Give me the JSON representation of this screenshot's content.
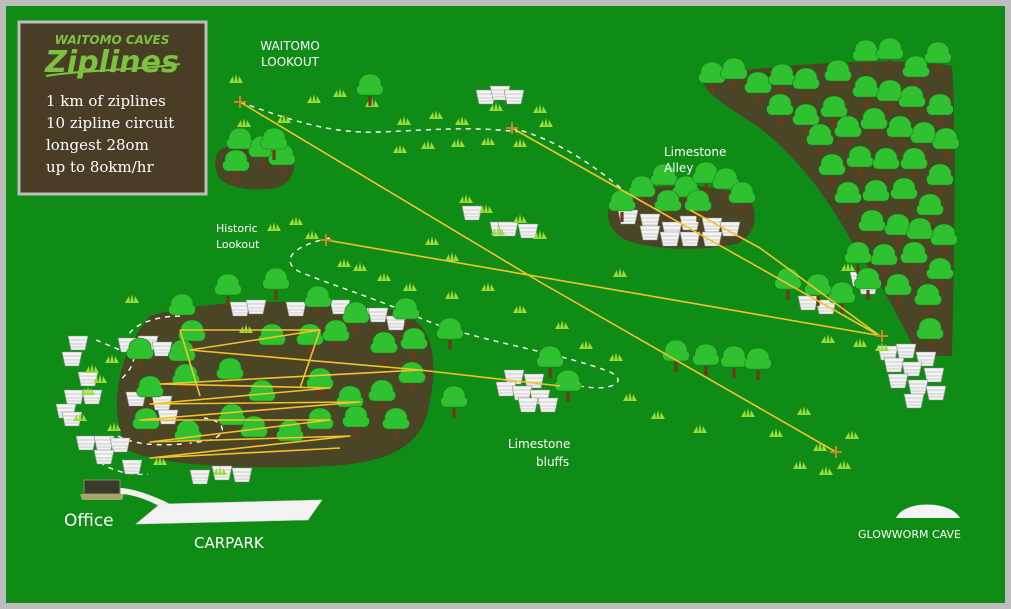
{
  "brand": {
    "line1": "WAITOMO CAVES",
    "line2": "Ziplines",
    "colors": {
      "brand_green": "#7cc241",
      "box_bg": "#4a3d26"
    }
  },
  "stats": [
    "1 km of ziplines",
    "10 zipline circuit",
    "longest 28om",
    "up to 8okm/hr"
  ],
  "labels": {
    "waitomo_lookout": [
      "WAITOMO",
      "LOOKOUT"
    ],
    "historic_lookout": [
      "Historic",
      "Lookout"
    ],
    "limestone_alley": [
      "Limestone",
      "Alley"
    ],
    "limestone_bluffs": [
      "Limestone",
      "bluffs"
    ],
    "office": "Office",
    "carpark": "CARPARK",
    "glowworm_cave": "GLOWWORM CAVE"
  },
  "colors": {
    "grass": "#0e8c15",
    "bush": "#4a4524",
    "zipline": "#f2c22e",
    "path": "#ffffff",
    "tree": "#2fc12f",
    "trunk": "#6b3a1a",
    "rock": "#f2f2f2",
    "frame": "#bdbdbd"
  }
}
